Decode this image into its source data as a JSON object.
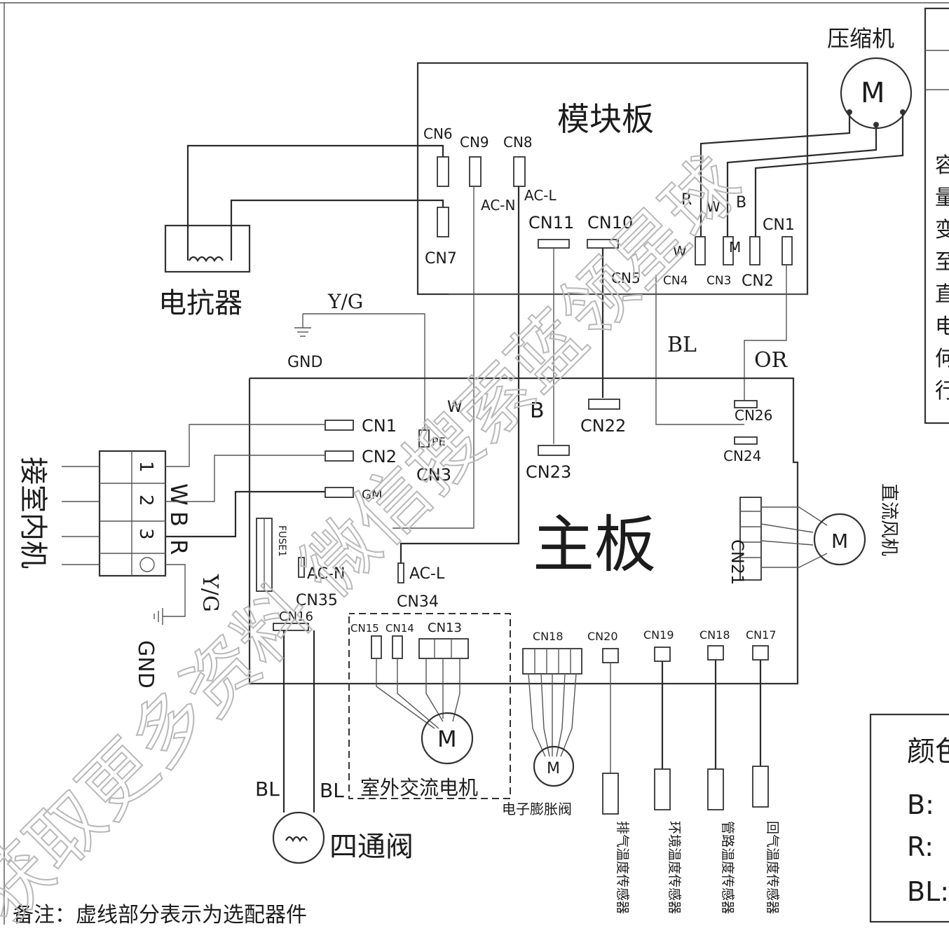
{
  "labels": {
    "module_board": "模块板",
    "main_board": "主板",
    "compressor": "压缩机",
    "reactor": "电抗器",
    "indoor_link": "接室内机",
    "four_way_valve": "四通阀",
    "outdoor_ac_motor": "室外交流电机",
    "eev": "电子膨胀阀",
    "dc_fan": "直流风机",
    "gnd_top": "GND",
    "gnd_left": "GND",
    "yg_top": "Y/G",
    "yg_left": "Y/G",
    "bl_top": "BL",
    "or_top": "OR",
    "bl_left": "BL",
    "bl_right": "BL",
    "fuse": "FUSE1",
    "note": "备注：虚线部分表示为选配器件",
    "color_title": "颜色",
    "color_b": "B:",
    "color_r": "R:",
    "color_bl": "BL:"
  },
  "connectors": {
    "cn6": "CN6",
    "cn9": "CN9",
    "cn8": "CN8",
    "cn7": "CN7",
    "acn_mod": "AC-N",
    "acl_mod": "AC-L",
    "cn11": "CN11",
    "cn10_mod": "CN10",
    "cn1_mod": "CN1",
    "cn5": "CN5",
    "cn4": "CN4",
    "cn3_mod": "CN3",
    "cn2_mod": "CN2",
    "cn1_main": "CN1",
    "cn2_main": "CN2",
    "cn3_main": "CN3",
    "gm": "GM",
    "pe": "PE",
    "cn22": "CN22",
    "cn23": "CN23",
    "cn26": "CN26",
    "cn24": "CN24",
    "cn21": "CN21",
    "acn_main": "AC-N",
    "acl_main": "AC-L",
    "cn35": "CN35",
    "cn34": "CN34",
    "cn16": "CN16",
    "cn15": "CN15",
    "cn14": "CN14",
    "cn13": "CN13",
    "cn18": "CN18",
    "cn20": "CN20",
    "cn19": "CN19",
    "cn18b": "CN18",
    "cn17": "CN17"
  },
  "wire_letters": {
    "w1": "W",
    "b1": "B",
    "r1": "R",
    "mod_r": "R",
    "mod_w": "W",
    "mod_b": "B",
    "mod_w2": "W",
    "mod_m": "M",
    "main_b": "B",
    "main_w": "W"
  },
  "terminals": [
    "1",
    "2",
    "3"
  ],
  "sensors": [
    "排气温度传感器",
    "环境温度传感器",
    "管路温度传感器",
    "回气温度传感器"
  ],
  "side_panel": [
    "容",
    "量",
    "变",
    "至",
    "直",
    "电",
    "何",
    "行"
  ],
  "watermark": "获取更多资料 微信搜索蓝领星球"
}
